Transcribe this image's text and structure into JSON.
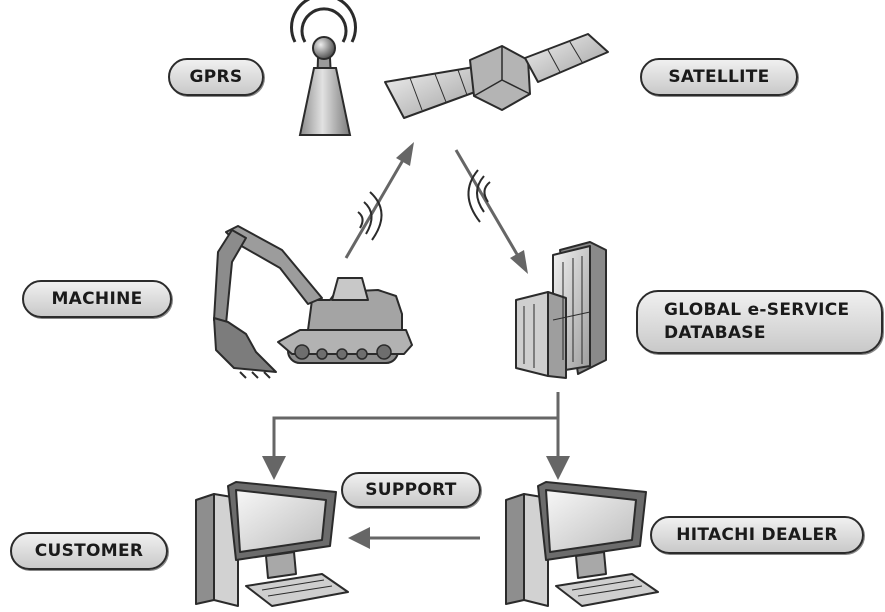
{
  "labels": {
    "gprs": "GPRS",
    "satellite": "SATELLITE",
    "machine": "MACHINE",
    "database_line1": "GLOBAL e-SERVICE",
    "database_line2": "DATABASE",
    "support": "SUPPORT",
    "customer": "CUSTOMER",
    "hitachi_dealer": "HITACHI DEALER"
  },
  "icons": {
    "gprs": "radio-antenna-icon",
    "satellite": "satellite-icon",
    "machine": "excavator-icon",
    "database": "server-tower-icon",
    "customer": "desktop-computer-icon",
    "dealer": "desktop-computer-icon",
    "wireless": "wireless-signal-icon"
  },
  "colors": {
    "ink": "#2b2b2b",
    "arrow": "#666666",
    "fill_light": "#d6d6d6",
    "fill_mid": "#a8a8a8",
    "fill_dark": "#6e6e6e"
  }
}
